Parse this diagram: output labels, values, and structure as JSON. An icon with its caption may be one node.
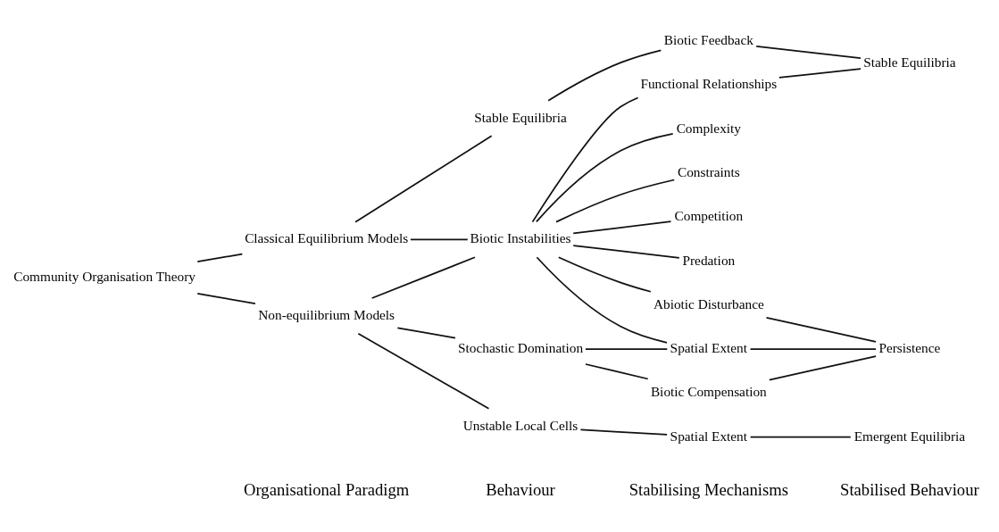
{
  "diagram": {
    "nodes": [
      {
        "text": [
          "Community Organisation Theory"
        ]
      },
      {
        "text": [
          "Classical Equilibrium Models"
        ]
      },
      {
        "text": [
          "Non-equilibrium Models"
        ]
      },
      {
        "text": [
          "Stable Equilibria"
        ]
      },
      {
        "text": [
          "Biotic Instabilities"
        ]
      },
      {
        "text": [
          "Stochastic Domination"
        ]
      },
      {
        "text": [
          "Unstable Local Cells"
        ]
      },
      {
        "text": [
          "Biotic Feedback"
        ]
      },
      {
        "text": [
          "Functional Relationships"
        ]
      },
      {
        "text": [
          "Complexity"
        ]
      },
      {
        "text": [
          "Constraints"
        ]
      },
      {
        "text": [
          "Competition"
        ]
      },
      {
        "text": [
          "Predation"
        ]
      },
      {
        "text": [
          "Abiotic Disturbance"
        ]
      },
      {
        "text": [
          "Spatial Extent"
        ]
      },
      {
        "text": [
          "Biotic Compensation"
        ]
      },
      {
        "text": [
          "Spatial Extent"
        ]
      },
      {
        "text": [
          "Stable Equilibria"
        ]
      },
      {
        "text": [
          "Persistence"
        ]
      },
      {
        "text": [
          "Emergent Equilibria"
        ]
      }
    ],
    "edges": [
      {
        "from": 0,
        "to": 1,
        "arrow": "none"
      },
      {
        "from": 0,
        "to": 2,
        "arrow": "none"
      },
      {
        "from": 1,
        "to": 3,
        "arrow": "none"
      },
      {
        "from": 1,
        "to": 4,
        "arrow": "none"
      },
      {
        "from": 2,
        "to": 4,
        "arrow": "none"
      },
      {
        "from": 2,
        "to": 5,
        "arrow": "none"
      },
      {
        "from": 2,
        "to": 6,
        "arrow": "none"
      },
      {
        "from": 3,
        "to": 7,
        "arrow": "none"
      },
      {
        "from": 4,
        "to": 8,
        "arrow": "none"
      },
      {
        "from": 4,
        "to": 9,
        "arrow": "none"
      },
      {
        "from": 4,
        "to": 10,
        "arrow": "none"
      },
      {
        "from": 4,
        "to": 11,
        "arrow": "none"
      },
      {
        "from": 4,
        "to": 12,
        "arrow": "none"
      },
      {
        "from": 4,
        "to": 13,
        "arrow": "none"
      },
      {
        "from": 4,
        "to": 14,
        "arrow": "none"
      },
      {
        "from": 5,
        "to": 14,
        "arrow": "none"
      },
      {
        "from": 5,
        "to": 15,
        "arrow": "none"
      },
      {
        "from": 6,
        "to": 16,
        "arrow": "none"
      },
      {
        "from": 7,
        "to": 17,
        "arrow": "none"
      },
      {
        "from": 8,
        "to": 17,
        "arrow": "none"
      },
      {
        "from": 13,
        "to": 18,
        "arrow": "none"
      },
      {
        "from": 14,
        "to": 18,
        "arrow": "none"
      },
      {
        "from": 15,
        "to": 18,
        "arrow": "none"
      },
      {
        "from": 16,
        "to": 19,
        "arrow": "none"
      }
    ],
    "labels": [
      "Organisational Paradigm",
      "Behaviour",
      "Stabilising Mechanisms",
      "Stabilised Behaviour"
    ]
  }
}
